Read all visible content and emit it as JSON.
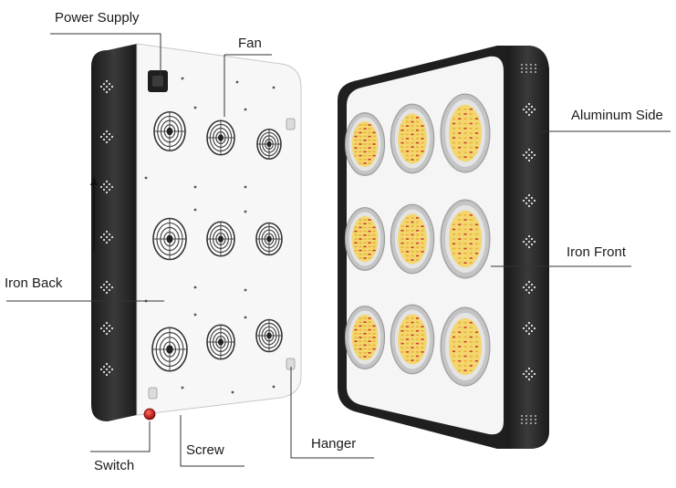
{
  "labels": {
    "power_supply": "Power Supply",
    "fan": "Fan",
    "aluminum_side": "Aluminum Side",
    "iron_front": "Iron Front",
    "iron_back": "Iron Back",
    "switch": "Switch",
    "screw": "Screw",
    "hanger": "Hanger"
  },
  "colors": {
    "frame": "#2b2b2b",
    "frame_dark": "#1c1c1c",
    "panel": "#f7f7f7",
    "led_yellow": "#f2d46a",
    "led_red": "#d8453a",
    "reflector": "#d9d9d9",
    "switch_red": "#d42020"
  },
  "icons": [
    "fan-icon",
    "power-socket-icon",
    "switch-icon",
    "cob-led-icon",
    "screw-icon",
    "hanger-icon"
  ]
}
